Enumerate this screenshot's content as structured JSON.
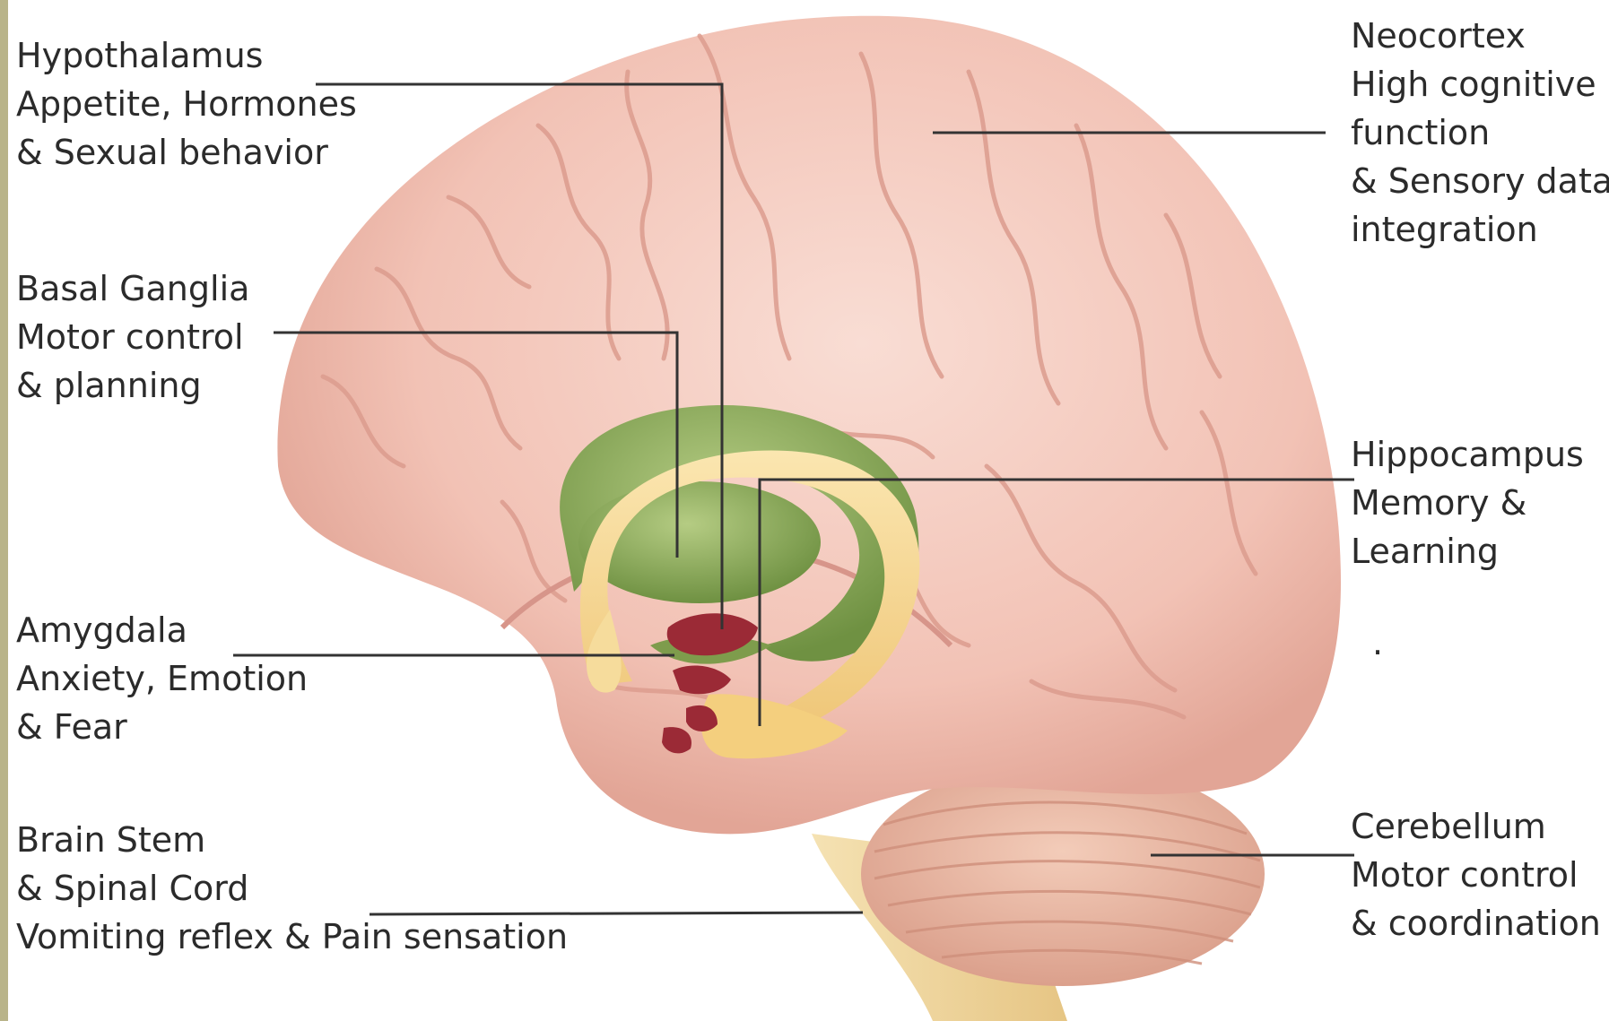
{
  "labels": {
    "hypothalamus": {
      "title": "Hypothalamus",
      "lines": [
        "Appetite, Hormones",
        "& Sexual behavior"
      ]
    },
    "basal_ganglia": {
      "title": "Basal Ganglia",
      "lines": [
        "Motor control",
        "& planning"
      ]
    },
    "amygdala": {
      "title": "Amygdala",
      "lines": [
        "Anxiety, Emotion",
        "& Fear"
      ]
    },
    "brain_stem": {
      "title": "Brain Stem",
      "lines": [
        "& Spinal Cord",
        "Vomiting reflex & Pain sensation"
      ]
    },
    "neocortex": {
      "title": "Neocortex",
      "lines": [
        "High cognitive",
        "function",
        "& Sensory data",
        "integration"
      ]
    },
    "hippocampus": {
      "title": "Hippocampus",
      "lines": [
        "Memory &",
        "Learning"
      ]
    },
    "cerebellum": {
      "title": "Cerebellum",
      "lines": [
        "Motor control",
        "& coordination"
      ]
    },
    "stray_mark": "."
  },
  "colors": {
    "cortex": "#f5c9bd",
    "cortex_fold": "#e3a79a",
    "cerebellum": "#efbaa6",
    "brain_stem": "#f3dba3",
    "basal_ganglia": "#8fae5b",
    "hippocampus": "#f6d58d",
    "amygdala": "#9b2a36",
    "leader_line": "#333333",
    "left_rule": "#b9b48a"
  }
}
